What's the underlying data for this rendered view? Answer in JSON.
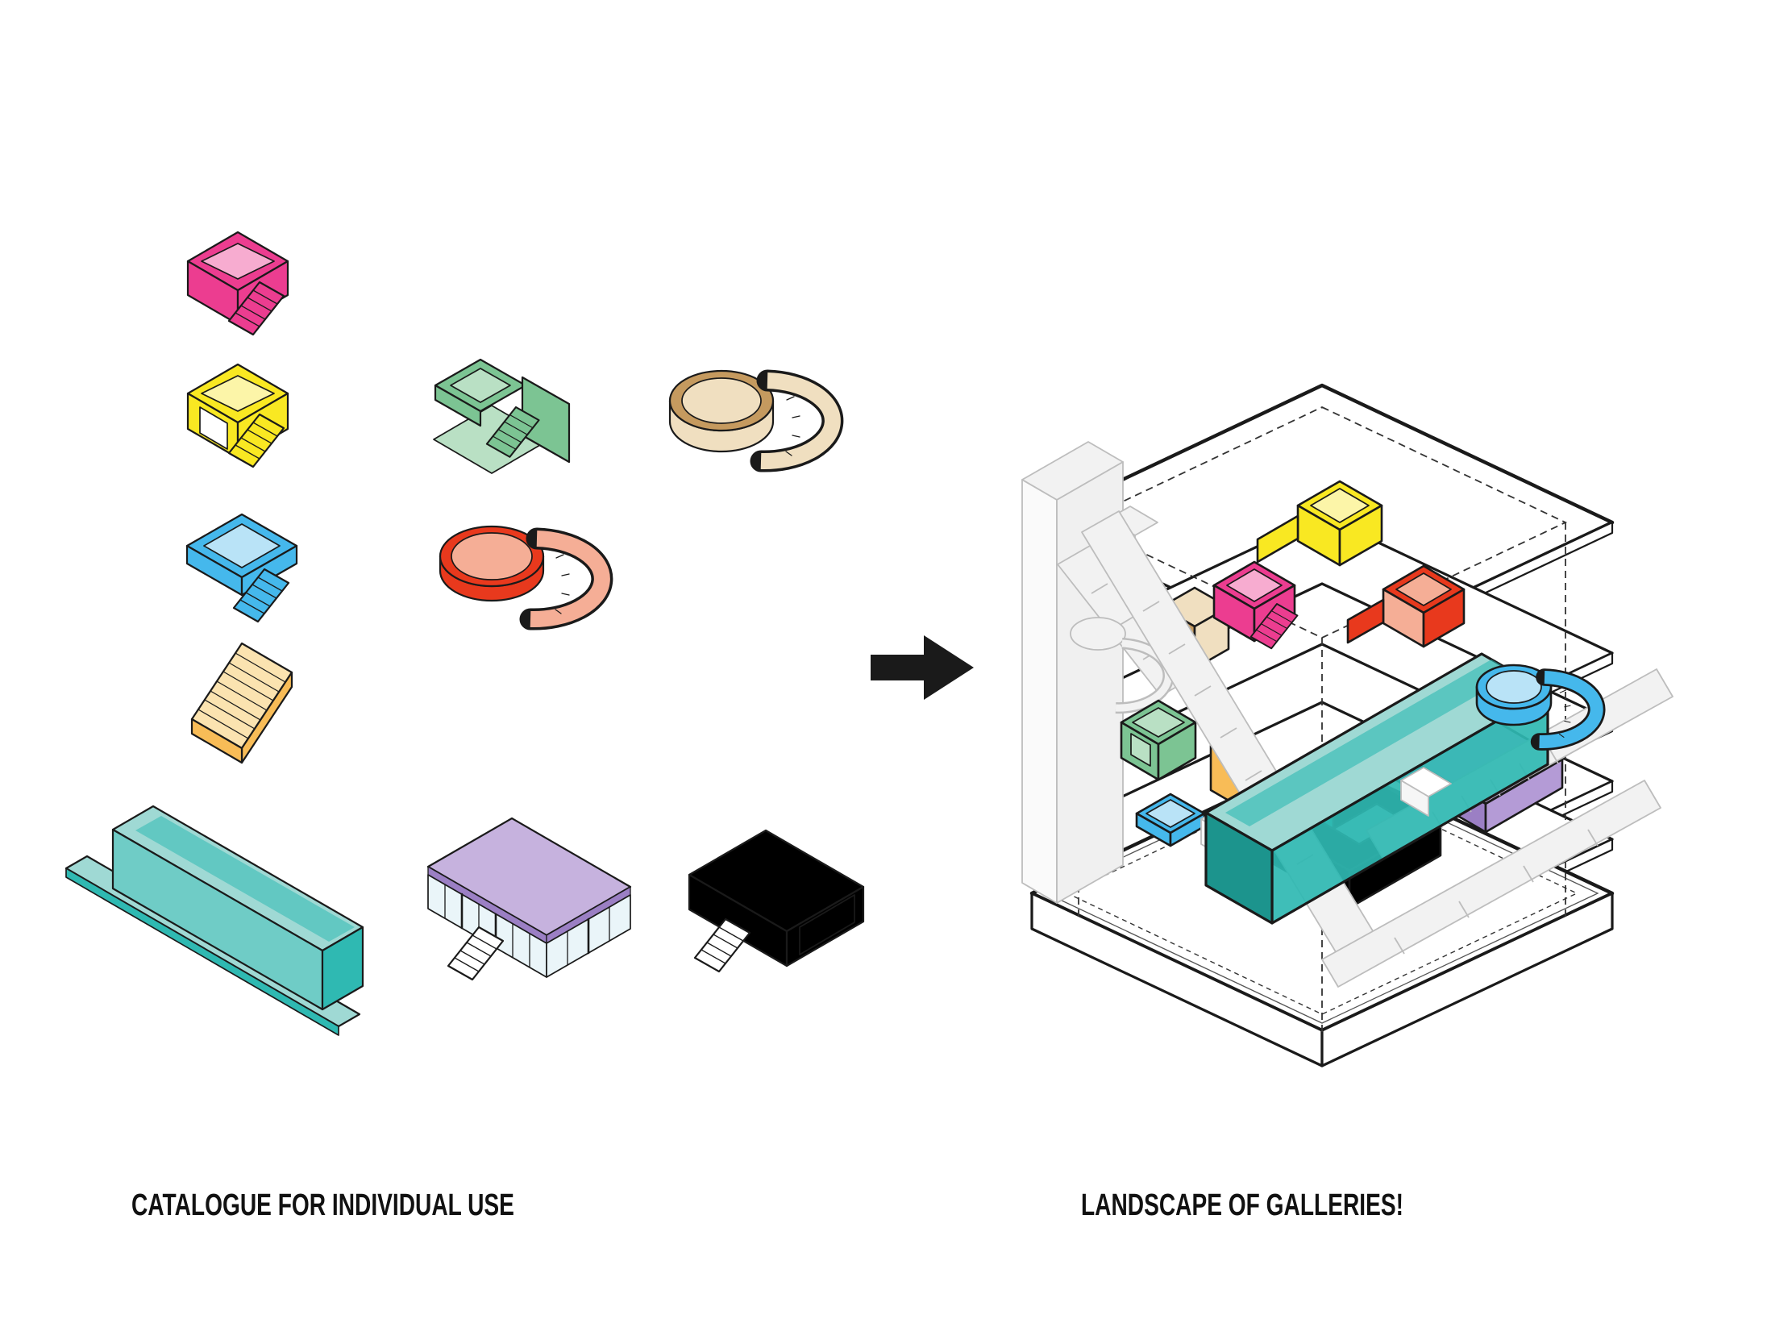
{
  "titles": {
    "catalogue": "CATALOGUE FOR INDIVIDUAL USE",
    "landscape": "LANDSCAPE OF GALLERIES!"
  },
  "arrow": {
    "icon": "right-arrow",
    "color": "#1A1A1A"
  },
  "palette": {
    "ink": "#1A1A1A",
    "white": "#FFFFFF",
    "plate": "#FFFFFF",
    "ghost_fill": "#F2F2F2",
    "ghost_stroke": "#BDBDBD",
    "mag_main": "#EC3D90",
    "mag_light": "#F7ACD0",
    "yel_main": "#F9E822",
    "yel_light": "#FCF5A8",
    "grn_main": "#7CC493",
    "grn_light": "#B9E0C4",
    "tan_main": "#C59A5F",
    "tan_light": "#F0DFC0",
    "blu_main": "#45B8EC",
    "blu_light": "#B9E3F7",
    "red_main": "#E8391D",
    "red_light": "#F5AE96",
    "amb_main": "#F8BC57",
    "amb_light": "#FBE3B0",
    "tea_light": "#9FD9D4",
    "tea_mid": "#6FCCC6",
    "tea_main": "#2FB9B2",
    "tea_dark": "#1C948D",
    "pur_top": "#C6B2DE",
    "pur_main": "#9B7FC4",
    "pur_mid": "#B49BD6",
    "pur_glass": "#EAF5F9"
  },
  "catalogue": {
    "items": [
      {
        "id": "magenta-stair-box",
        "kind": "open-top box with external stair",
        "color": "#EC3D90"
      },
      {
        "id": "yellow-portico-box",
        "kind": "open box on legs with stair",
        "color": "#F9E822"
      },
      {
        "id": "green-split-tray",
        "kind": "tray with shear wall and stair",
        "color": "#7CC493"
      },
      {
        "id": "tan-drum",
        "kind": "drum with spiral ramp",
        "color": "#C59A5F"
      },
      {
        "id": "blue-tray",
        "kind": "shallow tray with stair",
        "color": "#45B8EC"
      },
      {
        "id": "red-disc",
        "kind": "low disc with curved ramp",
        "color": "#E8391D"
      },
      {
        "id": "amber-steps",
        "kind": "tiered steps wedge",
        "color": "#F8BC57"
      },
      {
        "id": "teal-beam",
        "kind": "long beam with side shelf",
        "color": "#2FB9B2"
      },
      {
        "id": "purple-glass-slab",
        "kind": "glazed slab with stair",
        "color": "#C6B2DE"
      },
      {
        "id": "pink-flat-box",
        "kind": "flat box with open end and stair",
        "color": "#F8C9DC"
      }
    ]
  },
  "assembly": {
    "floor_plates": 5,
    "base_plates": 1,
    "has_core": true,
    "has_escalators": true,
    "outline_color": "#111111",
    "ghost_color": "#F2F2F2"
  }
}
